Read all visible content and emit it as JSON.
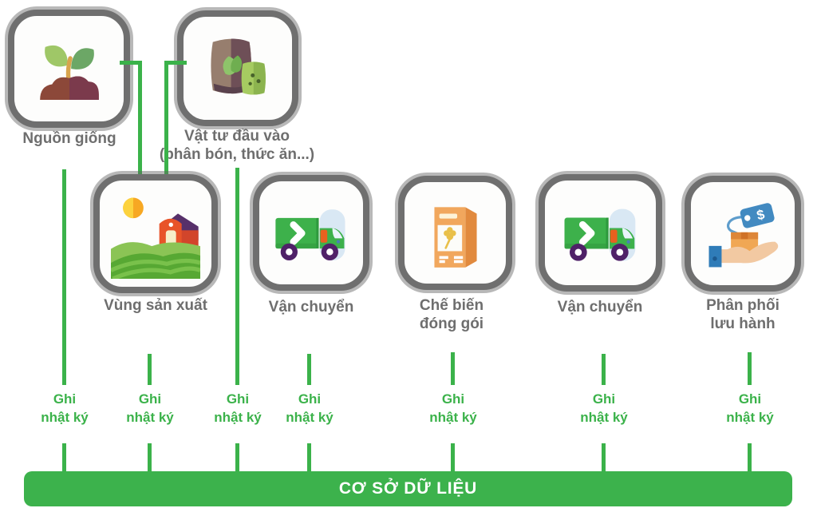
{
  "diagram_title": "",
  "colors": {
    "accent_green": "#3bb24a",
    "bar_green": "#3cb24c",
    "label_gray": "#6e6e6e",
    "box_border_gray": "#6f6f6f"
  },
  "stations": [
    {
      "id": "seed-source",
      "label": "Nguồn giống",
      "icon": "sprout-icon"
    },
    {
      "id": "input-materials",
      "label": "Vật tư đầu vào\n(phân bón, thức ăn...)",
      "icon": "supplies-barrels-icon"
    },
    {
      "id": "production-area",
      "label": "Vùng sản xuất",
      "icon": "farm-icon"
    },
    {
      "id": "transport-1",
      "label": "Vận chuyển",
      "icon": "delivery-truck-icon"
    },
    {
      "id": "processing-packaging",
      "label": "Chế biến\nđóng gói",
      "icon": "package-bag-icon"
    },
    {
      "id": "transport-2",
      "label": "Vận chuyển",
      "icon": "delivery-truck-icon"
    },
    {
      "id": "distribution",
      "label": "Phân phối\nlưu hành",
      "icon": "hand-box-price-tag-icon",
      "tag_symbol": "$"
    }
  ],
  "log_label": "Ghi\nnhật ký",
  "database_bar": {
    "label": "CƠ SỞ DỮ LIỆU"
  }
}
